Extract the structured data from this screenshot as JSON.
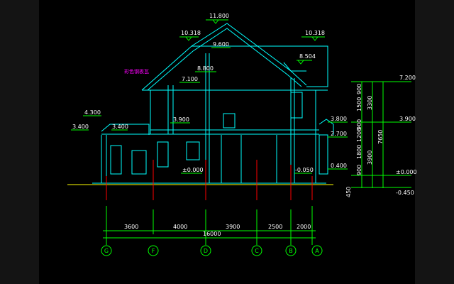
{
  "drawing": {
    "elevations_left": {
      "ridge": "11.800",
      "eave_left_top": "10.318",
      "upper_floor_roof": "9.600",
      "upper_mid": "8.800",
      "upper_floor": "7.100",
      "second_floor": "3.900",
      "left_roof_top": "4.300",
      "left_eave_a": "3.400",
      "left_eave_b": "3.400",
      "ground": "±0.000",
      "pit": "-0.050"
    },
    "elevations_right": {
      "eave_right_top": "10.318",
      "right_dormer": "8.504",
      "right_floor_a": "3.800",
      "right_floor_b": "2.700",
      "right_sill": "0.400"
    },
    "note_label": "彩色钢板瓦",
    "right_dims": {
      "d_900_top": "900",
      "d_1500": "1500",
      "d_3300": "3300",
      "d_900_mid": "900",
      "d_1200": "1200",
      "d_7650": "7650",
      "d_1800": "1800",
      "d_3900": "3900",
      "d_900_low": "900",
      "d_450": "450",
      "lvl_top": "7.200",
      "lvl_mid": "3.900",
      "lvl_zero": "±0.000",
      "lvl_neg": "-0.450"
    },
    "bottom_dims": {
      "spans": [
        "3600",
        "4000",
        "3900",
        "2500",
        "2000"
      ],
      "total": "16000"
    },
    "axes": [
      "G",
      "F",
      "D",
      "C",
      "B",
      "A"
    ],
    "colors": {
      "wall_cyan": "#00ffff",
      "dim_green": "#00ff00",
      "text_white": "#ffffff",
      "axis_red": "#ff0000",
      "ground_yellow": "#ffff00"
    }
  }
}
